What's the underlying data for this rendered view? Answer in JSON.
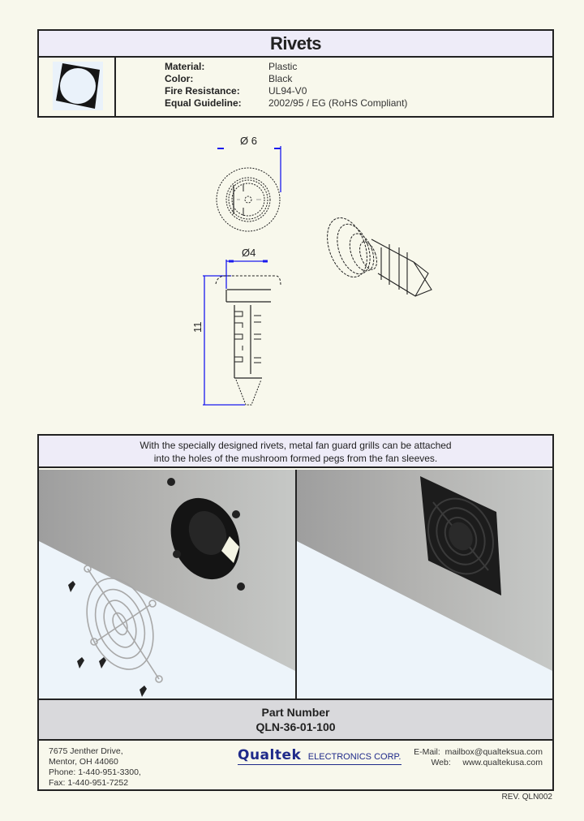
{
  "header": {
    "title": "Rivets",
    "thumbnail_icon": "rivet-ring-photo"
  },
  "specs": [
    {
      "label": "Material:",
      "value": "Plastic"
    },
    {
      "label": "Color:",
      "value": "Black"
    },
    {
      "label": "Fire Resistance:",
      "value": "UL94-V0"
    },
    {
      "label": "Equal Guideline:",
      "value": "2002/95 / EG (RoHS Compliant)"
    }
  ],
  "drawing": {
    "top_view_dimension": "Ø 6",
    "side_view_width_dimension": "Ø4",
    "side_view_height_dimension": "11",
    "dimension_color": "#1a1aee"
  },
  "application": {
    "description_line1": "With the specially designed rivets, metal fan guard grills can be attached",
    "description_line2": "into the holes of the mushroom formed pegs from the fan sleeves.",
    "left_photo": "fan-with-guard-exploded",
    "right_photo": "fan-with-guard-installed"
  },
  "part": {
    "label": "Part Number",
    "number": "QLN-36-01-100"
  },
  "footer": {
    "address": [
      "7675 Jenther Drive,",
      "Mentor,  OH  44060",
      "Phone:  1-440-951-3300,",
      "Fax:   1-440-951-7252"
    ],
    "logo_brand": "Qualtek",
    "logo_sub": "ELECTRONICS CORP.",
    "email_label": "E-Mail:",
    "email": "mailbox@qualteksua.com",
    "web_label": "Web:",
    "web": "www.qualtekusa.com",
    "brand_color": "#1f2a8a"
  },
  "revision": "REV. QLN002"
}
